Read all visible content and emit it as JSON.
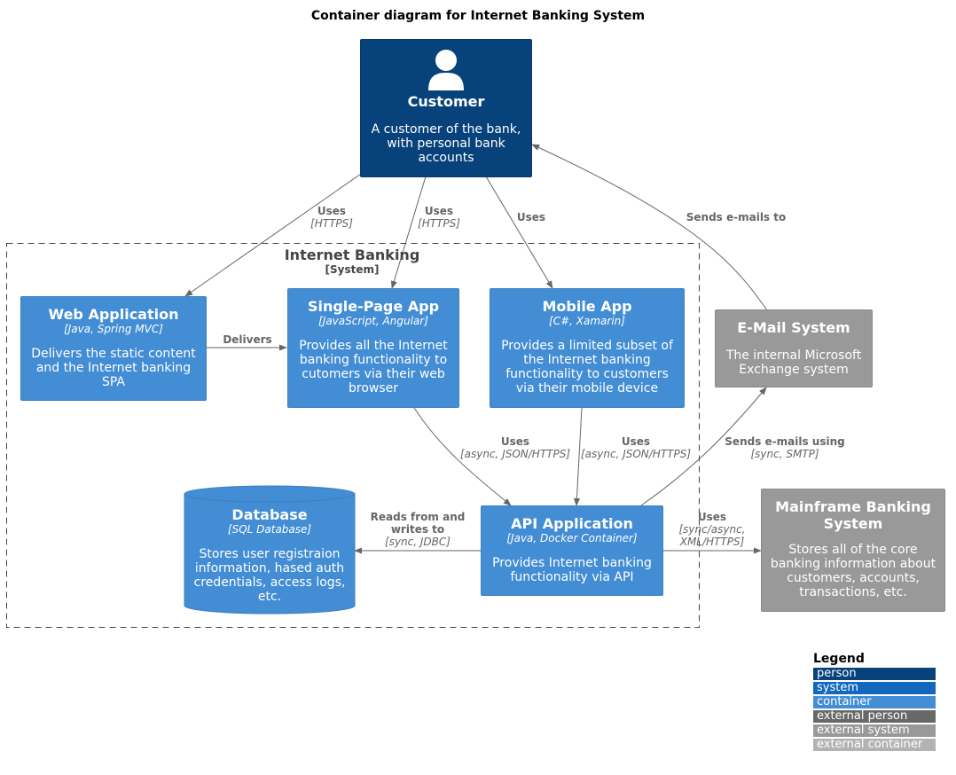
{
  "title": "Container diagram for Internet Banking System",
  "boundary": {
    "name": "Internet Banking",
    "type": "[System]"
  },
  "nodes": {
    "customer": {
      "name": "Customer",
      "desc": "A customer of the bank, with personal bank accounts",
      "icon": "person-icon",
      "color": "#08427b"
    },
    "web_app": {
      "name": "Web Application",
      "tech": "[Java, Spring MVC]",
      "desc": "Delivers the static content and the Internet banking SPA",
      "color": "#438dd5"
    },
    "spa": {
      "name": "Single-Page App",
      "tech": "[JavaScript, Angular]",
      "desc": "Provides all the Internet banking functionality to cutomers via their web browser",
      "color": "#438dd5"
    },
    "mobile_app": {
      "name": "Mobile App",
      "tech": "[C#, Xamarin]",
      "desc": "Provides a limited subset of the Internet banking functionality to customers via their mobile device",
      "color": "#438dd5"
    },
    "email_system": {
      "name": "E-Mail System",
      "desc": "The internal Microsoft Exchange system",
      "color": "#999999"
    },
    "database": {
      "name": "Database",
      "tech": "[SQL Database]",
      "desc": "Stores user registraion information, hased auth credentials, access logs, etc.",
      "color": "#438dd5"
    },
    "api_app": {
      "name": "API Application",
      "tech": "[Java, Docker Container]",
      "desc": "Provides Internet banking functionality via API",
      "color": "#438dd5"
    },
    "mainframe": {
      "name": "Mainframe Banking System",
      "desc": "Stores all of the core banking information about customers, accounts, transactions, etc.",
      "color": "#999999"
    }
  },
  "relations": {
    "cust_web": {
      "label": "Uses",
      "tech": "[HTTPS]"
    },
    "cust_spa": {
      "label": "Uses",
      "tech": "[HTTPS]"
    },
    "cust_mobile": {
      "label": "Uses",
      "tech": ""
    },
    "email_cust": {
      "label": "Sends e-mails to",
      "tech": ""
    },
    "web_spa": {
      "label": "Delivers",
      "tech": ""
    },
    "spa_api": {
      "label": "Uses",
      "tech": "[async, JSON/HTTPS]"
    },
    "mobile_api": {
      "label": "Uses",
      "tech": "[async, JSON/HTTPS]"
    },
    "api_email": {
      "label": "Sends e-mails using",
      "tech": "[sync, SMTP]"
    },
    "api_db": {
      "label": "Reads from and writes to",
      "tech": "[sync, JDBC]"
    },
    "api_mainframe": {
      "label": "Uses",
      "tech": "[sync/async, XML/HTTPS]"
    }
  },
  "legend": {
    "title": "Legend",
    "items": [
      {
        "label": "person",
        "color": "#08427b"
      },
      {
        "label": "system",
        "color": "#1168bd"
      },
      {
        "label": "container",
        "color": "#438dd5"
      },
      {
        "label": "external person",
        "color": "#686868"
      },
      {
        "label": "external system",
        "color": "#999999"
      },
      {
        "label": "external container",
        "color": "#b3b3b3"
      }
    ]
  }
}
